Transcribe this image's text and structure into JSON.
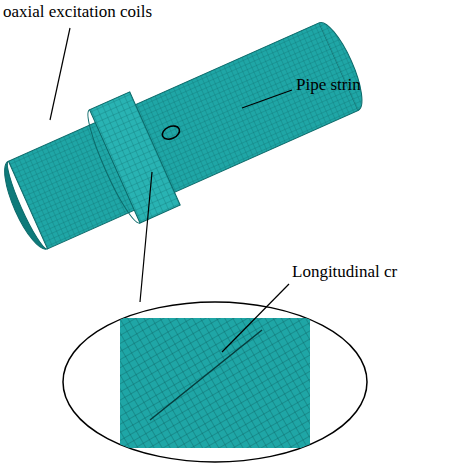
{
  "diagram": {
    "labels": [
      "oaxial excitation coils",
      "Pipe strin",
      "Longitudinal cr"
    ]
  }
}
